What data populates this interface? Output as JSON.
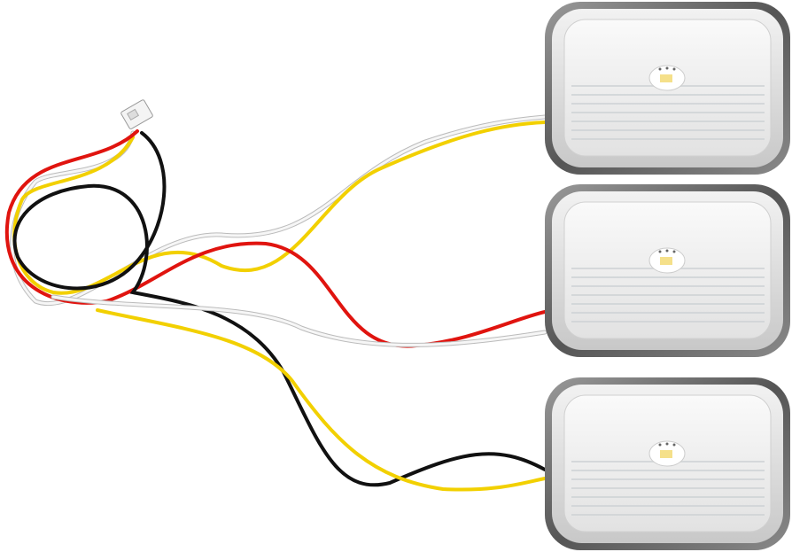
{
  "colors": {
    "background": "#ffffff",
    "wire_red": "#e0140f",
    "wire_yellow": "#f2d000",
    "wire_black": "#111111",
    "wire_white": "#f4f4f4",
    "lamp_frame": "#6e6e6e",
    "lamp_bezel": "#d9d9d9",
    "led_chip": "#f5e08a"
  },
  "lamps": [
    {
      "name": "top-lamp"
    },
    {
      "name": "middle-lamp"
    },
    {
      "name": "bottom-lamp"
    }
  ]
}
